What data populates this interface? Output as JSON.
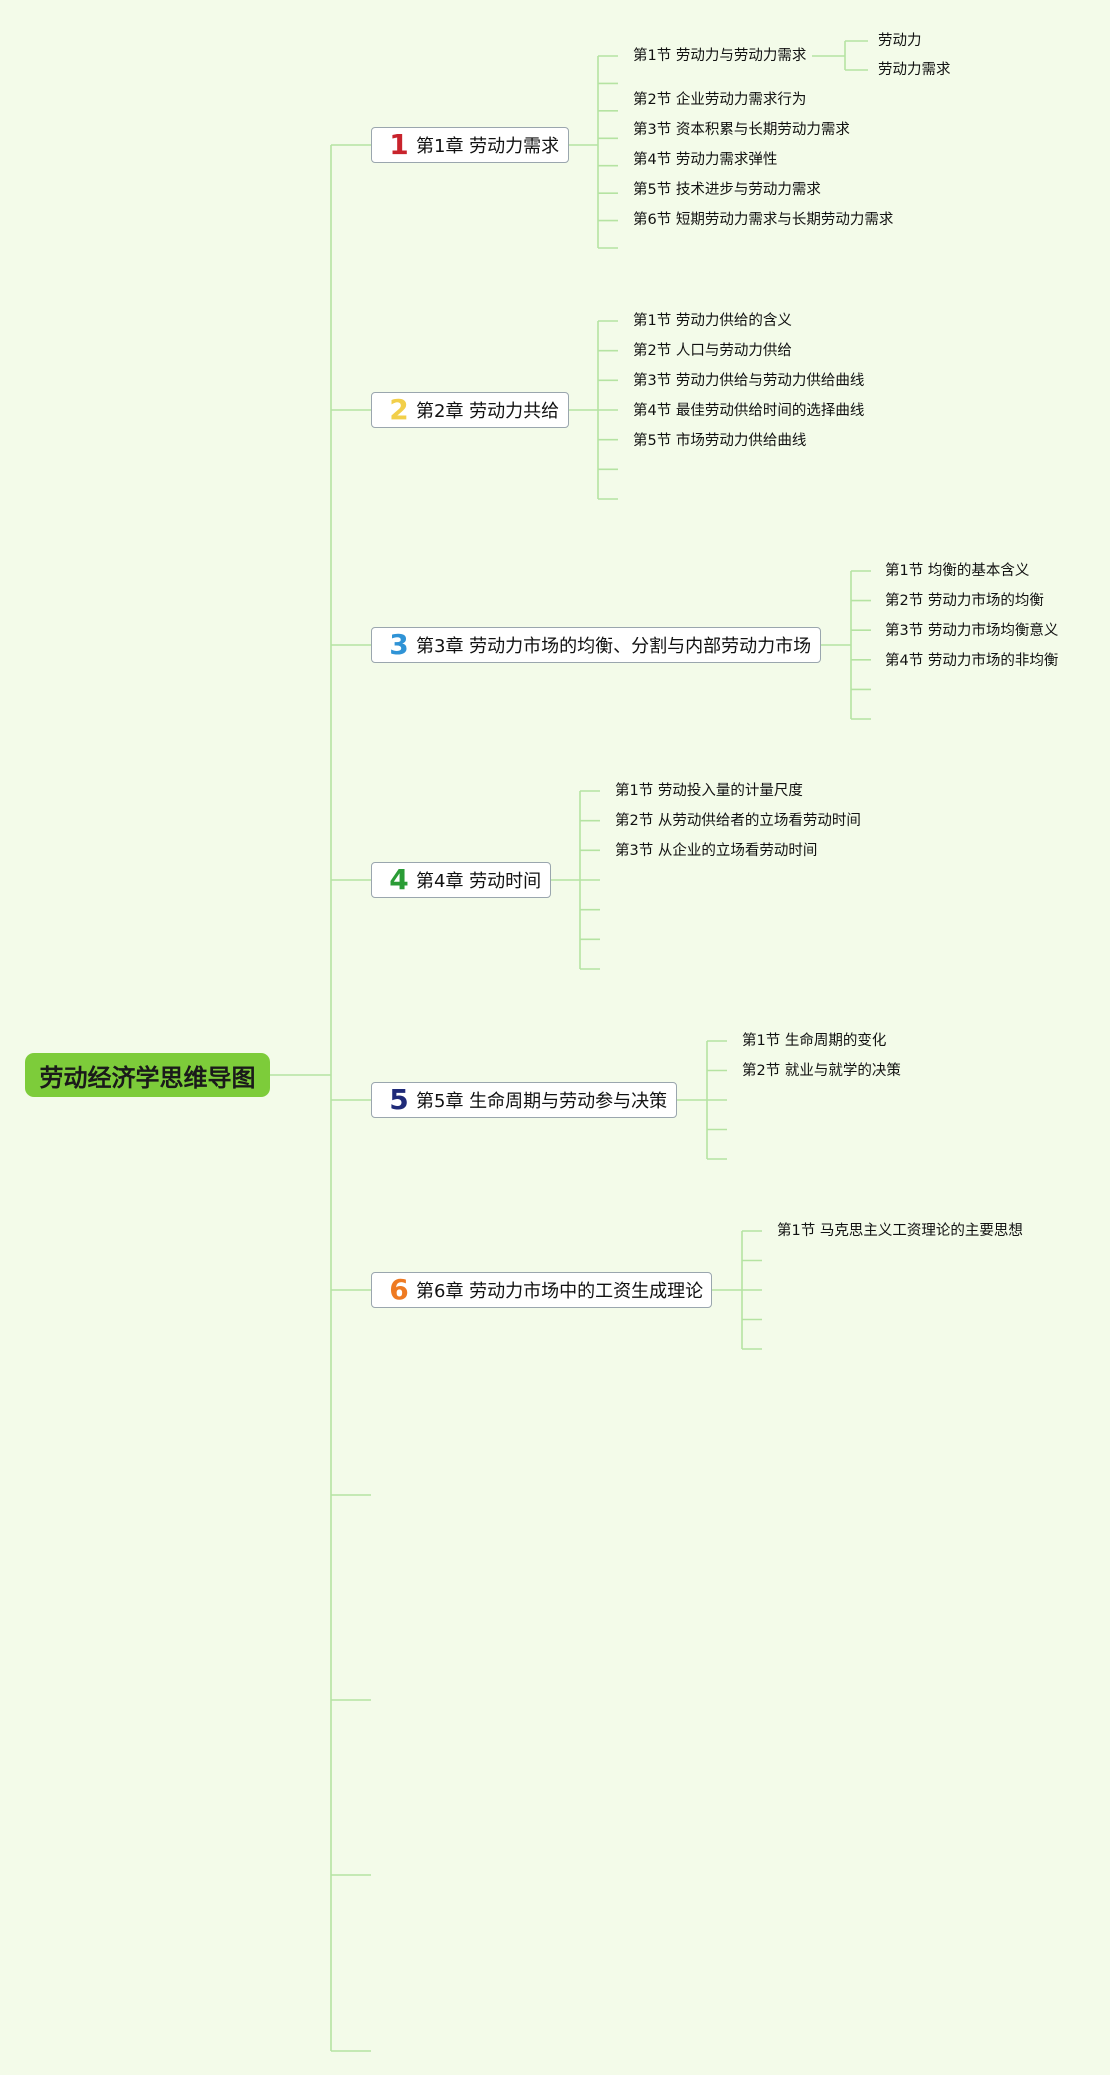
{
  "root": {
    "title": "劳动经济学思维导图"
  },
  "colors": {
    "line": "#b5e3a2",
    "root_bg": "#7dcc3a"
  },
  "chapters": [
    {
      "num": "1",
      "num_color": "#c8232c",
      "label": "第1章 劳动力需求",
      "sections": [
        {
          "label": "第1节 劳动力与劳动力需求",
          "children": [
            "劳动力",
            "劳动力需求"
          ]
        },
        {
          "label": "第2节 企业劳动力需求行为"
        },
        {
          "label": "第3节 资本积累与长期劳动力需求"
        },
        {
          "label": "第4节 劳动力需求弹性"
        },
        {
          "label": "第5节 技术进步与劳动力需求"
        },
        {
          "label": "第6节 短期劳动力需求与长期劳动力需求"
        }
      ]
    },
    {
      "num": "2",
      "num_color": "#f2cf4a",
      "label": "第2章 劳动力共给",
      "sections": [
        {
          "label": "第1节 劳动力供给的含义"
        },
        {
          "label": "第2节 人口与劳动力供给"
        },
        {
          "label": "第3节 劳动力供给与劳动力供给曲线"
        },
        {
          "label": "第4节 最佳劳动供给时间的选择曲线"
        },
        {
          "label": "第5节 市场劳动力供给曲线"
        }
      ]
    },
    {
      "num": "3",
      "num_color": "#2f93d6",
      "label": "第3章 劳动力市场的均衡、分割与内部劳动力市场",
      "sections": [
        {
          "label": "第1节 均衡的基本含义"
        },
        {
          "label": "第2节 劳动力市场的均衡"
        },
        {
          "label": "第3节 劳动力市场均衡意义"
        },
        {
          "label": "第4节 劳动力市场的非均衡"
        }
      ]
    },
    {
      "num": "4",
      "num_color": "#2a9c35",
      "label": "第4章 劳动时间",
      "sections": [
        {
          "label": "第1节 劳动投入量的计量尺度"
        },
        {
          "label": "第2节 从劳动供给者的立场看劳动时间"
        },
        {
          "label": "第3节 从企业的立场看劳动时间"
        }
      ]
    },
    {
      "num": "5",
      "num_color": "#1f2a78",
      "label": "第5章 生命周期与劳动参与决策",
      "sections": [
        {
          "label": "第1节 生命周期的变化"
        },
        {
          "label": "第2节 就业与就学的决策"
        }
      ]
    },
    {
      "num": "6",
      "num_color": "#ee7a22",
      "label": "第6章 劳动力市场中的工资生成理论",
      "sections": [
        {
          "label": "第1节 马克思主义工资理论的主要思想"
        }
      ]
    }
  ]
}
